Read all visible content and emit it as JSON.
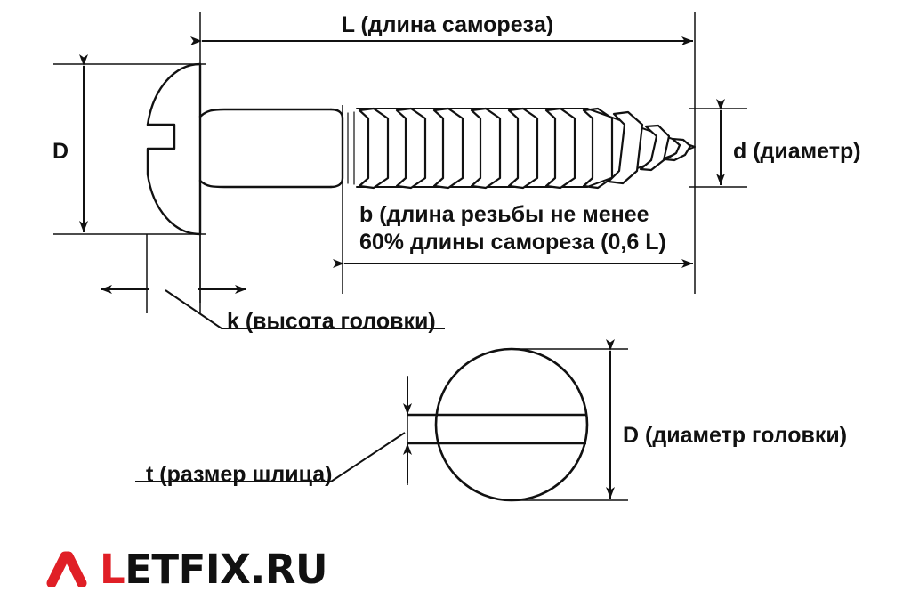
{
  "diagram": {
    "title": "Wood screw dimensional drawing",
    "labels": {
      "overall_length": "L (длина саморезa)",
      "head_diameter_side": "D",
      "thread_diameter": "d (диаметр)",
      "thread_length_line1": "b (длина резьбы не менее",
      "thread_length_line2": "60% длины самореза (0,6 L)",
      "head_height": "k (высота головки)",
      "slot_size": "t (размер шлица)",
      "head_diameter_top": "D (диаметр головки)"
    },
    "colors": {
      "line": "#111111",
      "background": "#ffffff",
      "brand_red": "#e01f26",
      "brand_black": "#111111"
    }
  },
  "logo": {
    "mark": "chevron-mark",
    "text_accent": "L",
    "text_rest": "ETFIX.RU"
  }
}
